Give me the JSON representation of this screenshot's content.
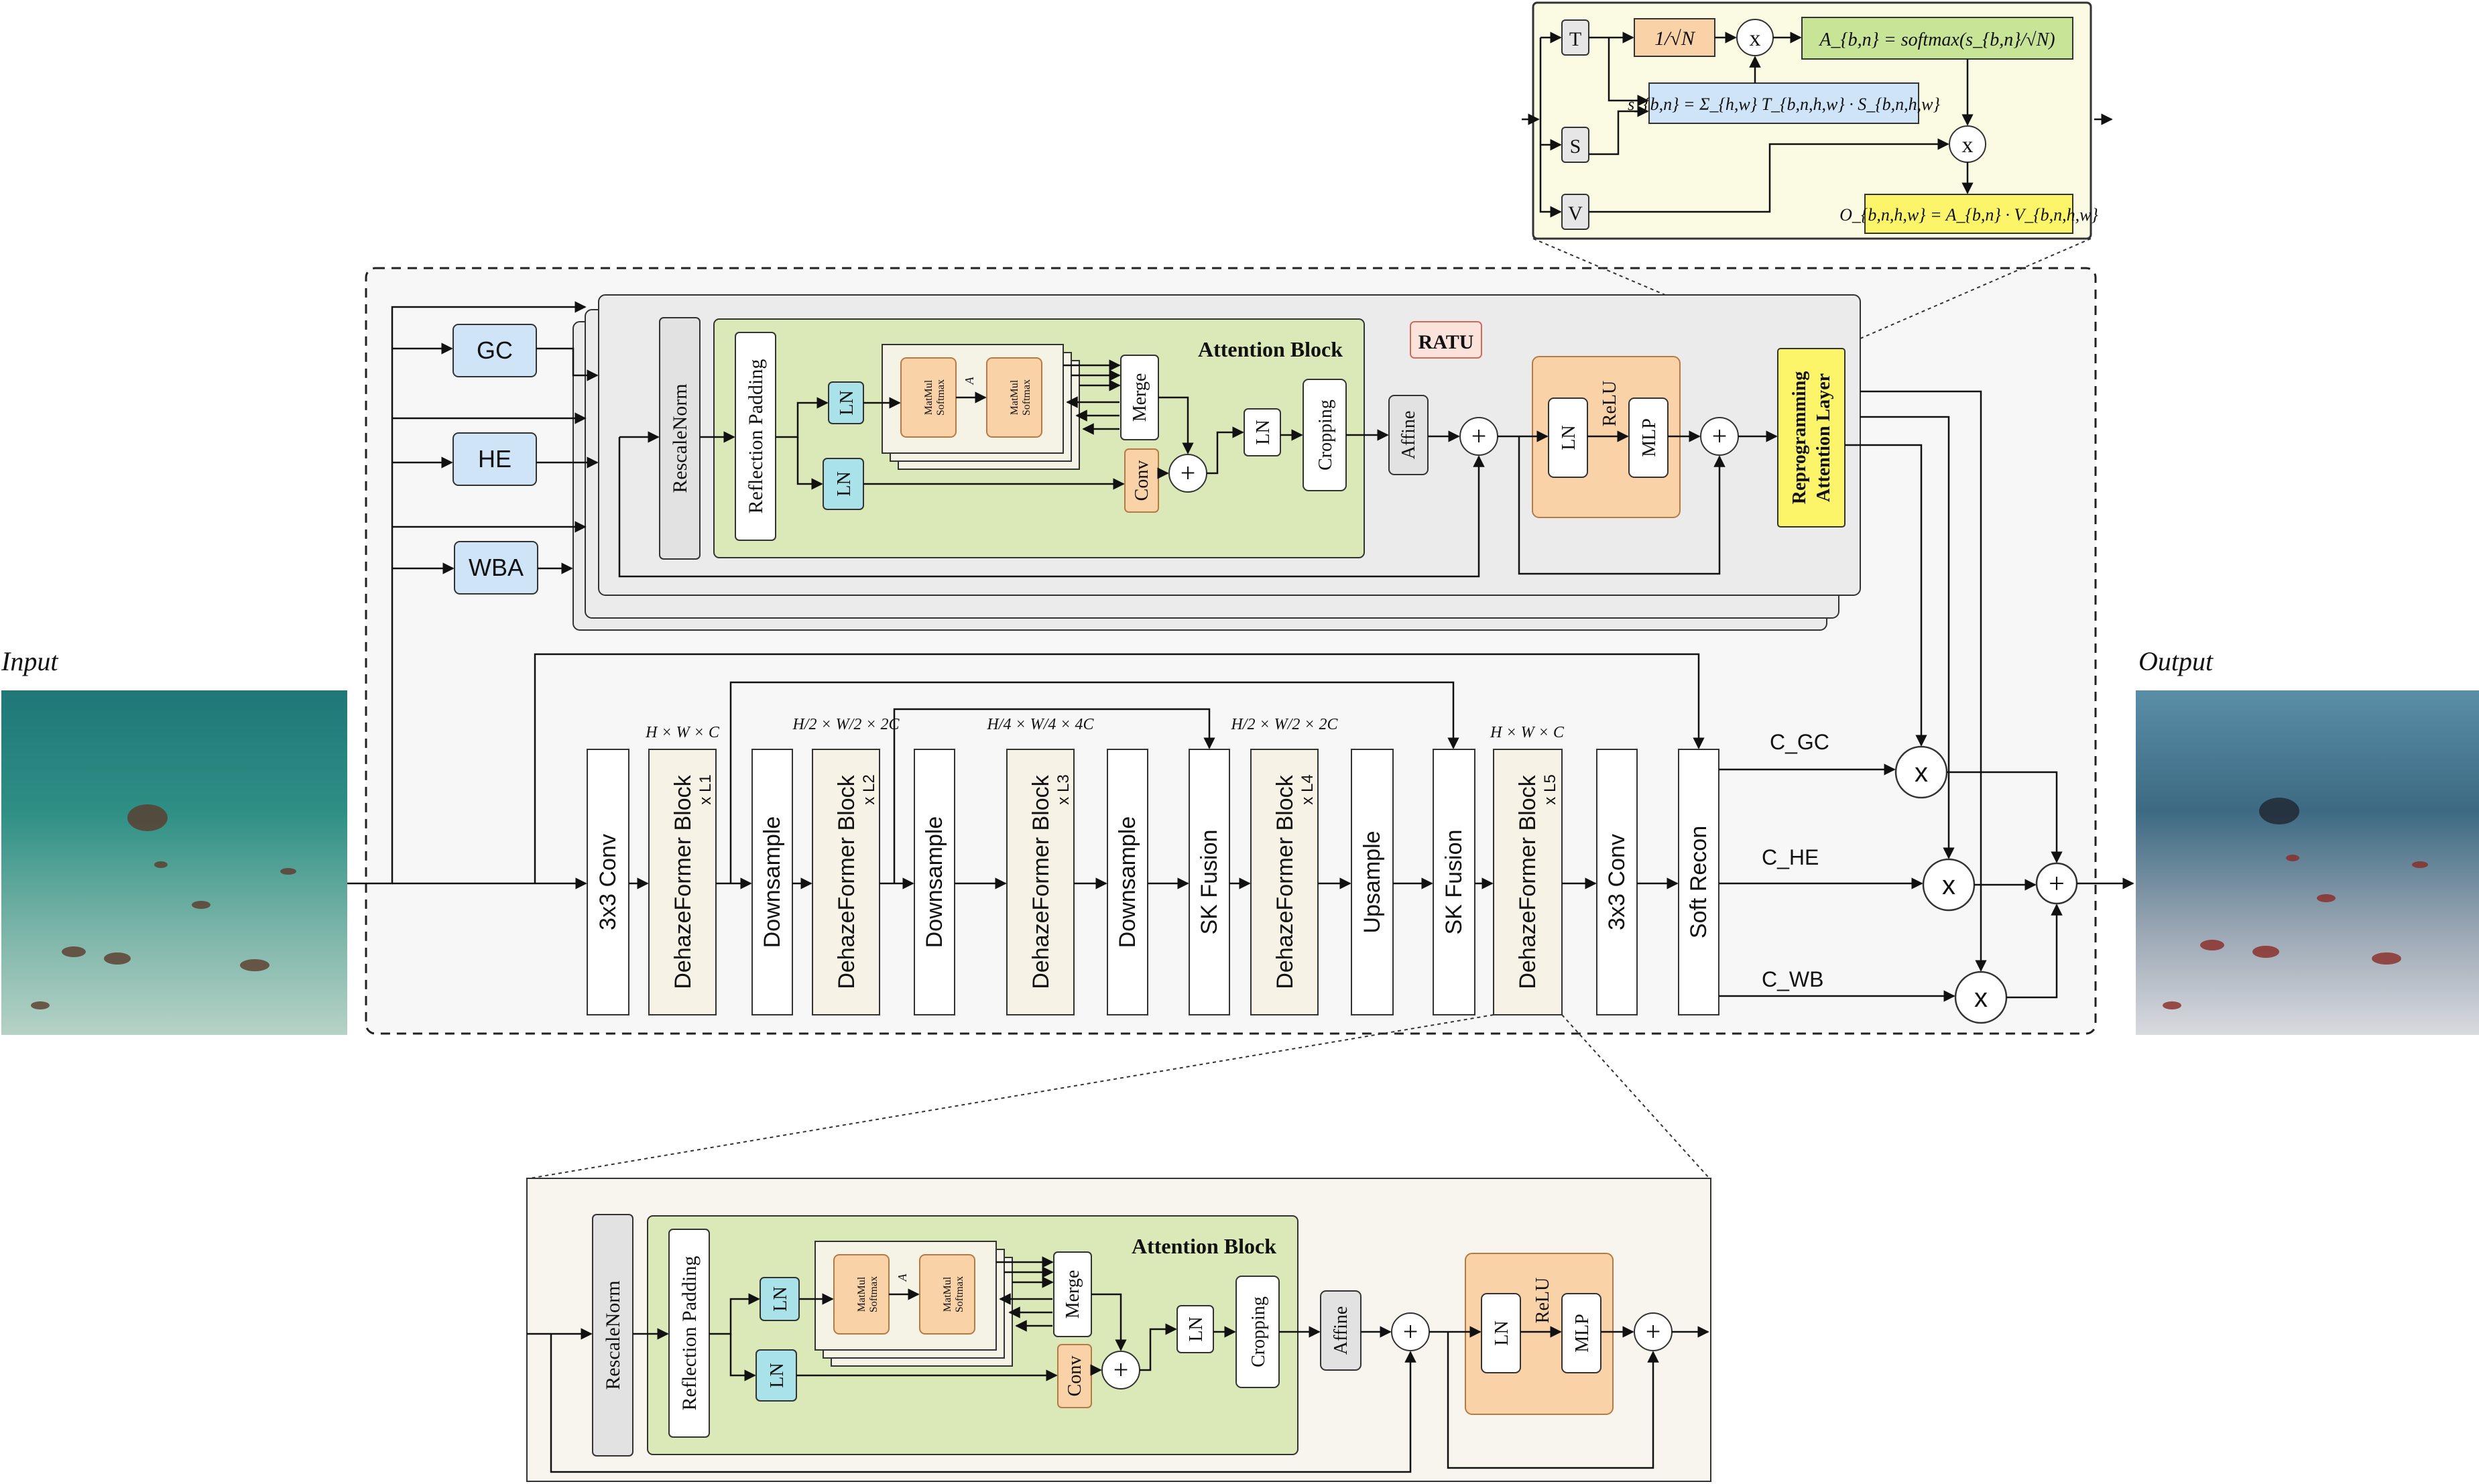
{
  "labels": {
    "input": "Input",
    "output": "Output",
    "ratu": "RATU",
    "attention_block": "Attention Block",
    "rescale_norm": "RescaleNorm",
    "reflection_padding": "Reflection Padding",
    "ln": "LN",
    "matmul_softmax_1": "MatMul",
    "matmul_softmax_2": "Softmax",
    "a_n": "A",
    "merge": "Merge",
    "conv": "Conv",
    "cropping": "Cropping",
    "affine": "Affine",
    "relu": "ReLU",
    "mlp": "MLP",
    "reprogramming_1": "Reprogramming",
    "reprogramming_2": "Attention Layer",
    "gc": "GC",
    "he": "HE",
    "wba": "WBA",
    "plus": "+",
    "times": "x"
  },
  "reprog": {
    "t": "T",
    "s": "S",
    "v": "V",
    "scale": "1/√N",
    "sim": "s_{b,n} = Σ_{h,w} T_{b,n,h,w} · S_{b,n,h,w}",
    "softmax": "A_{b,n} = softmax(s_{b,n}/√N)",
    "out": "O_{b,n,h,w} = A_{b,n} · V_{b,n,h,w}"
  },
  "backbone": {
    "blocks": [
      "3x3 Conv",
      "DehazeFormer Block",
      "Downsample",
      "DehazeFormer Block",
      "Downsample",
      "DehazeFormer Block",
      "Downsample",
      "SK Fusion",
      "DehazeFormer Block",
      "Upsample",
      "SK Fusion",
      "DehazeFormer Block",
      "3x3 Conv",
      "Soft Recon"
    ],
    "repeat_labels": [
      "x L1",
      "x L2",
      "x L3",
      "x L4",
      "x L5"
    ],
    "dims": [
      "H × W × C",
      "H/2 × W/2 × 2C",
      "H/4 × W/4 × 4C",
      "H/2 × W/2 × 2C",
      "H × W × C"
    ]
  },
  "coefficients": [
    "C_GC",
    "C_HE",
    "C_WB"
  ],
  "colors": {
    "blue": "#cfe4f7",
    "green": "#dbe9b8",
    "orange": "#f9d2a8",
    "cyan": "#a9e2e8",
    "yellow": "#fdf569",
    "lightyellow": "#fbfbe4",
    "gray": "#e6e6e6",
    "panel": "#f7f5ee"
  }
}
